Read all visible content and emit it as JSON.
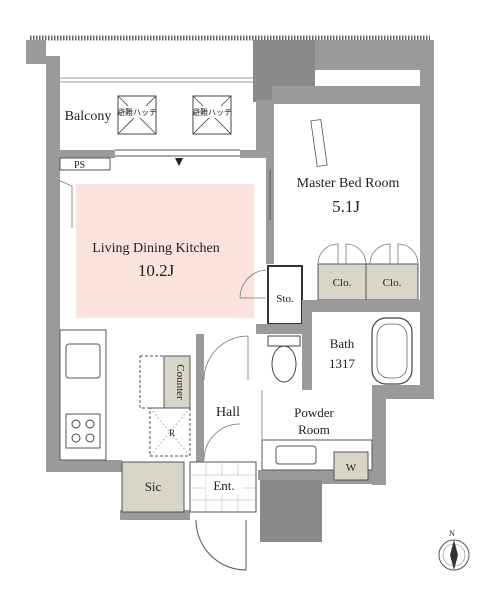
{
  "rooms": {
    "balcony": "Balcony",
    "ps": "PS",
    "ldk": "Living Dining Kitchen",
    "ldk_size": "10.2J",
    "master": "Master Bed Room",
    "master_size": "5.1J",
    "clo1": "Clo.",
    "clo2": "Clo.",
    "sto": "Sto.",
    "bath": "Bath",
    "bath_size": "1317",
    "counter": "Counter",
    "r": "R",
    "hall": "Hall",
    "powder": "Powder",
    "powder2": "Room",
    "w": "W",
    "sic": "Sic",
    "ent": "Ent."
  },
  "signs": {
    "sign1": "避難ハッチ",
    "sign2": "避難ハッチ"
  },
  "compass": {
    "north": "N"
  },
  "colors": {
    "ldk_fill": "#f9e3dc",
    "wall": "#9a9a9a",
    "fixture": "#d8d6c8"
  }
}
